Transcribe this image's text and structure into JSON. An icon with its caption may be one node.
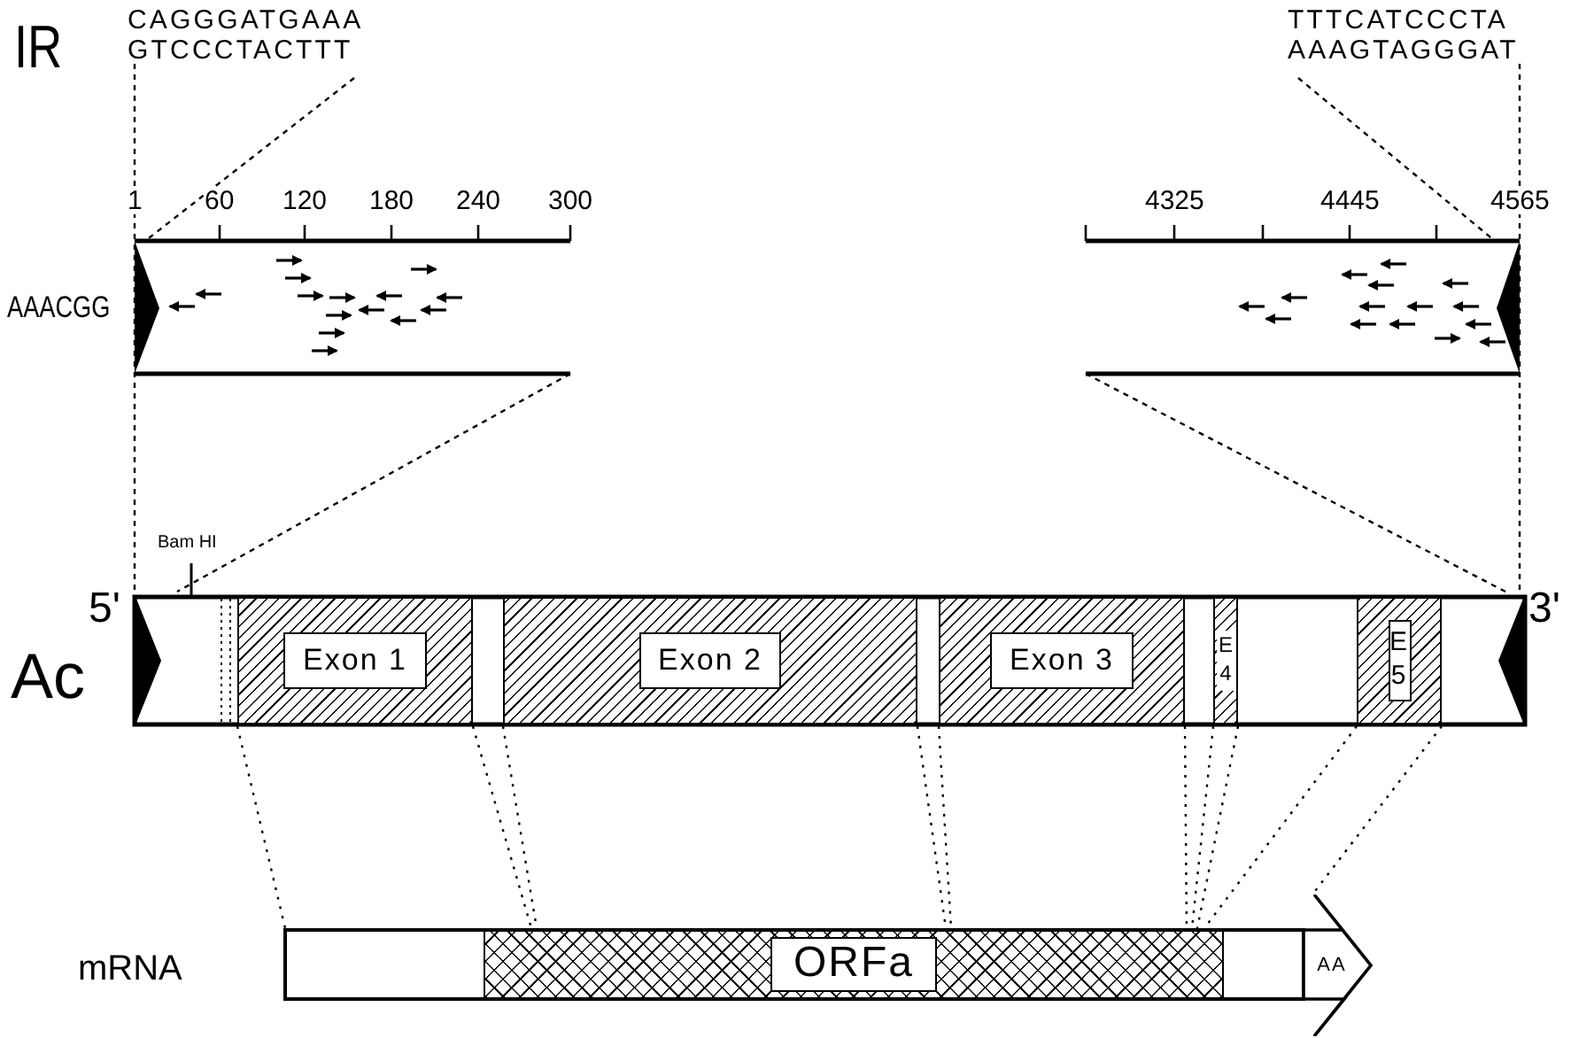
{
  "diagram": {
    "nodes": [
      {
        "text": [
          "Exon 1"
        ]
      },
      {
        "text": [
          "Exon 2"
        ]
      },
      {
        "text": [
          "Exon 3"
        ]
      },
      {
        "text": [
          "E 4"
        ]
      },
      {
        "text": [
          "E 5"
        ]
      },
      {
        "text": [
          "ORFa"
        ]
      },
      {
        "text": [
          "AA"
        ]
      }
    ],
    "labels": [
      "IR",
      "CAGGGATGAAA",
      "GTCCCTACTTT",
      "TTTCATCCCTA",
      "AAAGTAGGGAT",
      "1",
      "60",
      "120",
      "180",
      "240",
      "300",
      "4325",
      "4445",
      "4565",
      "AAACGG",
      "Bam HI",
      "5'",
      "Ac",
      "3'",
      "mRNA"
    ]
  }
}
